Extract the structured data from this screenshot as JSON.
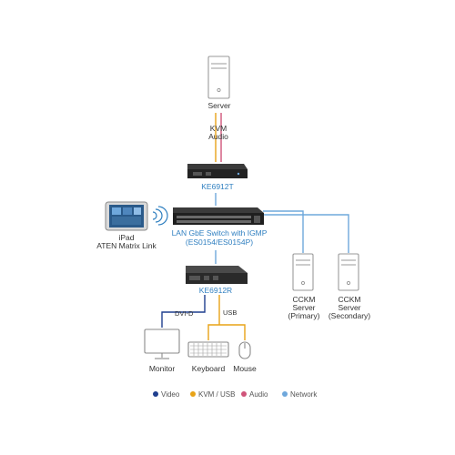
{
  "labels": {
    "server": "Server",
    "kvm": "KVM",
    "audio": "Audio",
    "ke6912t": "KE6912T",
    "switch_line1": "LAN GbE Switch with IGMP",
    "switch_line2": "(ES0154/ES0154P)",
    "ipad_line1": "iPad",
    "ipad_line2": "ATEN Matrix Link",
    "ke6912r": "KE6912R",
    "dvid": "DVI-D",
    "usb": "USB",
    "monitor": "Monitor",
    "keyboard": "Keyboard",
    "mouse": "Mouse",
    "cckm_primary": [
      "CCKM",
      "Server",
      "(Primary)"
    ],
    "cckm_secondary": [
      "CCKM",
      "Server",
      "(Secondary)"
    ]
  },
  "legend": [
    {
      "label": "Video",
      "color": "#1f3f8f"
    },
    {
      "label": "KVM / USB",
      "color": "#e8a317"
    },
    {
      "label": "Audio",
      "color": "#d0547a"
    },
    {
      "label": "Network",
      "color": "#6fa8dc"
    }
  ],
  "colors": {
    "video": "#1f3f8f",
    "kvm_usb": "#e8a317",
    "audio": "#d0547a",
    "network": "#6fa8dc",
    "device_dark": "#2b2b2b",
    "device_outline": "#9a9a9a"
  }
}
